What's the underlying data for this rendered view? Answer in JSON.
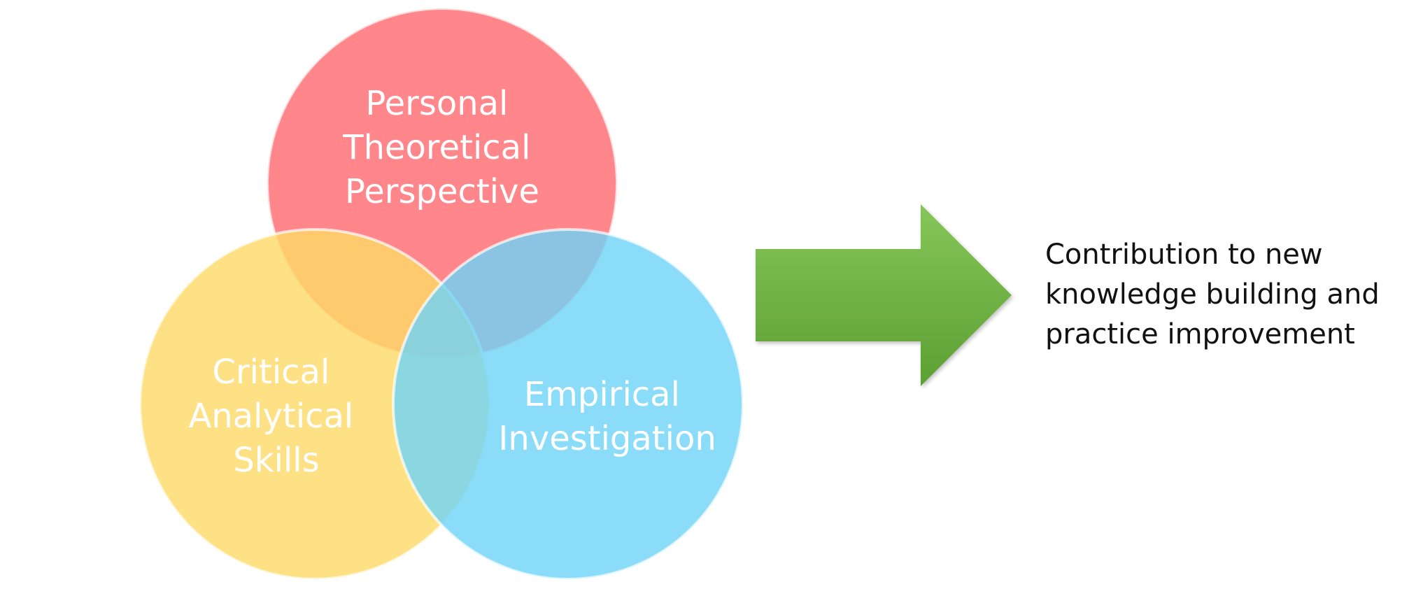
{
  "diagram": {
    "circles": [
      {
        "id": "personal-theoretical-perspective",
        "lines": [
          "Personal",
          "Theoretical",
          "Perspective"
        ],
        "color": "#FF7C80"
      },
      {
        "id": "critical-analytical-skills",
        "lines": [
          "Critical",
          "Analytical",
          "Skills"
        ],
        "color": "#FFD966"
      },
      {
        "id": "empirical-investigation",
        "lines": [
          "Empirical",
          "Investigation"
        ],
        "color": "#6DD3F7"
      }
    ],
    "arrow": {
      "color": "#70AD47"
    },
    "outcome": {
      "lines": [
        "Contribution to new",
        "knowledge building and",
        "practice improvement"
      ]
    }
  }
}
